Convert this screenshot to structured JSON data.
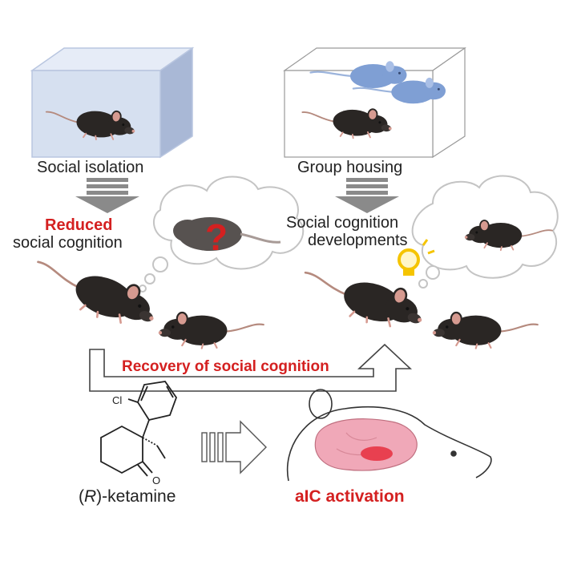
{
  "labels": {
    "left_condition": "Social isolation",
    "right_condition": "Group housing",
    "left_outcome_line1": "Reduced",
    "left_outcome_line2": "social cognition",
    "right_outcome_line1": "Social cognition",
    "right_outcome_line2": "developments",
    "recovery": "Recovery of social cognition",
    "drug_paren_open": "(",
    "drug_italic": "R",
    "drug_rest": ")-ketamine",
    "brain_effect": "aIC activation",
    "question_mark": "?",
    "chem_cl": "Cl",
    "chem_o": "O"
  },
  "colors": {
    "accent_red": "#d42020",
    "text_dark": "#222222",
    "isolation_box": "#d6e0f0",
    "group_mouse": "#7f9fd4",
    "mouse_body": "#2a2624",
    "mouse_ear": "#d69a90",
    "gray_arrow": "#8a8a8a",
    "brain_pink": "#f0a8b8",
    "aic_region": "#e84050",
    "bulb_yellow": "#f5c400"
  }
}
